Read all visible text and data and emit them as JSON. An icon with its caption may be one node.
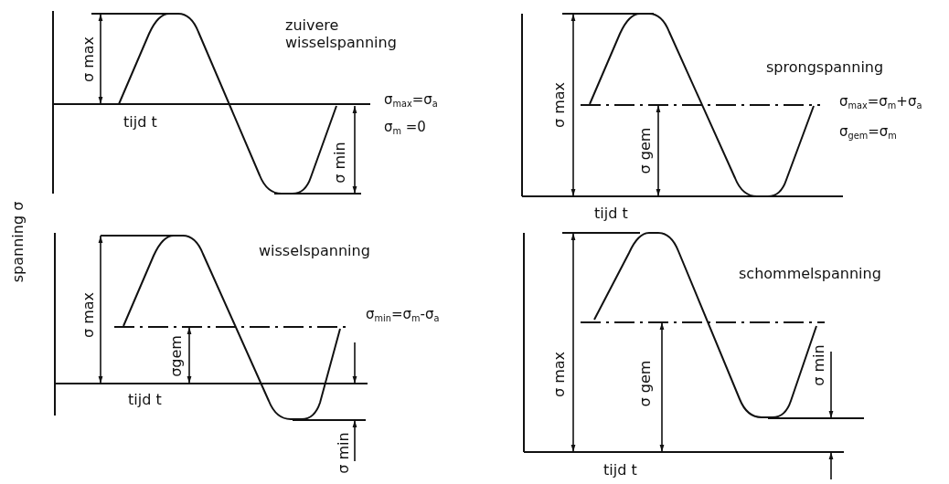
{
  "diagram": {
    "labels": [
      "spanning σ",
      "σ max",
      "zuivere wisselspanning",
      "tijd t",
      "σ$_{max}$=σ$_{a}$",
      "σ$_{m}$ =0",
      "σ min",
      "sprongspanning",
      "σ max",
      "σ$_{max}$=σ$_{m}$+σ$_{a}$",
      "σ$_{gem}$=σ$_{m}$",
      "σ gem",
      "tijd t",
      "wisselspanning",
      "σ$_{min}$=σ$_{m}$-σ$_{a}$",
      "σ max",
      "σgem",
      "tijd t",
      "σ min",
      "schommelspanning",
      "σ max",
      "σ gem",
      "σ min",
      "tijd t"
    ]
  }
}
